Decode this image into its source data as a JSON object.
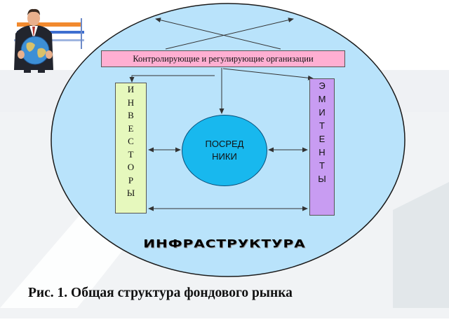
{
  "diagram": {
    "regulators_label": "Контролирующие и регулирующие организации",
    "investors_letters": [
      "И",
      "Н",
      "В",
      "Е",
      "С",
      "Т",
      "О",
      "Р",
      "Ы"
    ],
    "issuers_letters": [
      "Э",
      "М",
      "И",
      "Т",
      "Е",
      "Н",
      "Т",
      "Ы"
    ],
    "intermediaries_label": "ПОСРЕД\nНИКИ",
    "infrastructure_label": "ИНФРАСТРУКТУРА"
  },
  "caption": "Рис. 1. Общая структура фондового рынка",
  "colors": {
    "oval_fill": "#b9e3fb",
    "regulators_fill": "#ffafd2",
    "investors_fill": "#e6f8bd",
    "issuers_fill": "#c89cf2",
    "intermediaries_fill": "#18b8ee"
  },
  "icons": {
    "logo": "businessman-holding-globe-icon"
  }
}
